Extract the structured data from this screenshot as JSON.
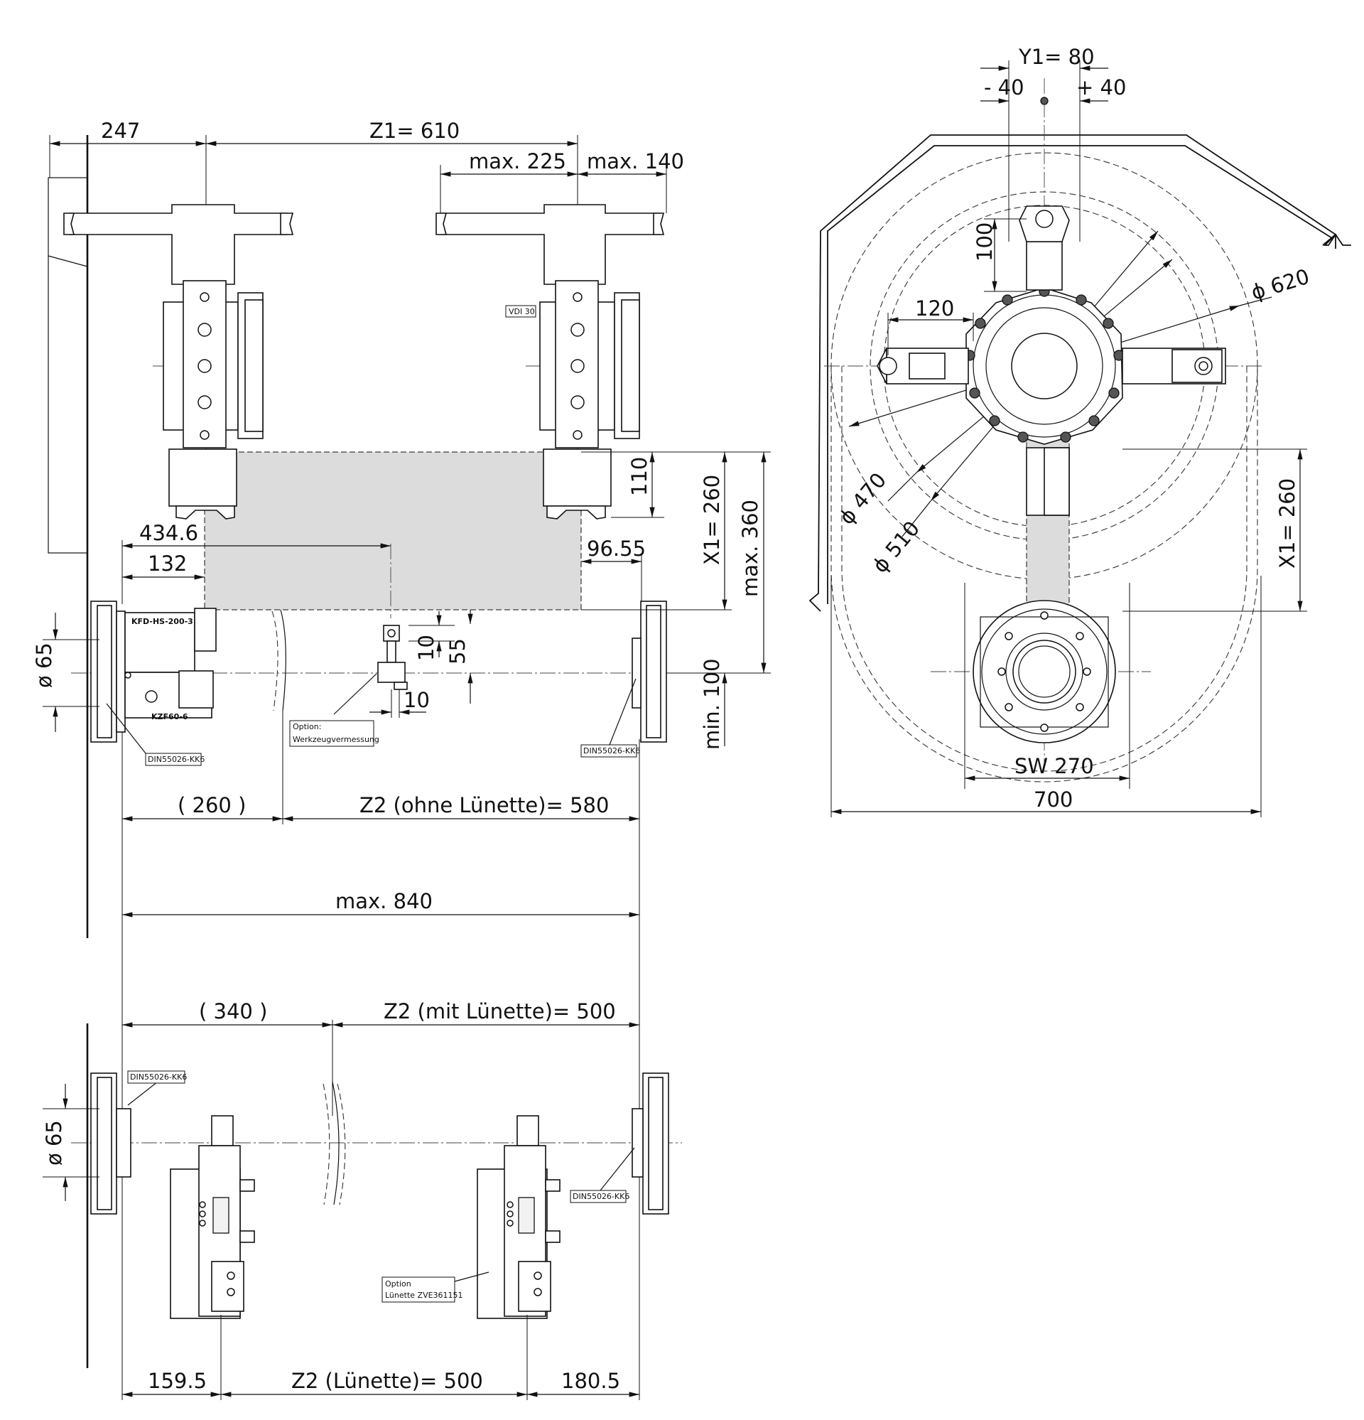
{
  "dimensions": {
    "y1_total": "Y1= 80",
    "y1_minus": "- 40",
    "y1_plus": "+ 40",
    "left_offset": "247",
    "z1": "Z1= 610",
    "max_225": "max. 225",
    "max_140": "max. 140",
    "d620": "ϕ 620",
    "h100": "100",
    "w120": "120",
    "d470": "ϕ 470",
    "d510": "ϕ 510",
    "x1_right": "X1= 260",
    "sw270": "SW 270",
    "w700": "700",
    "h110": "110",
    "x1_left": "X1= 260",
    "max_360": "max. 360",
    "d434": "434.6",
    "d132": "132",
    "d9655": "96.55",
    "d65_top": "ø 65",
    "d10a": "10",
    "d55": "55",
    "d10b": "10",
    "min_100": "min. 100",
    "d260p": "( 260 )",
    "z2_ohne": "Z2 (ohne Lünette)= 580",
    "max_840": "max. 840",
    "d340p": "( 340 )",
    "z2_mit": "Z2 (mit Lünette)= 500",
    "d65_bottom": "ø 65",
    "d1595": "159.5",
    "z2_lunette": "Z2 (Lünette)= 500",
    "d1805": "180.5"
  },
  "labels": {
    "vdi30": "VDI 30",
    "kfd": "KFD-HS-200-3",
    "kzf": "KZF60-6",
    "din_top_left": "DIN55026-KK6",
    "din_top_right": "DIN55026-KK6",
    "option_line1": "Option:",
    "option_line2": "Werkzeugvermessung",
    "din_bottom_left": "DIN55026-KK6",
    "din_bottom_right": "DIN55026-KK6",
    "lunette_line1": "Option",
    "lunette_line2": "Lünette ZVE361151"
  }
}
